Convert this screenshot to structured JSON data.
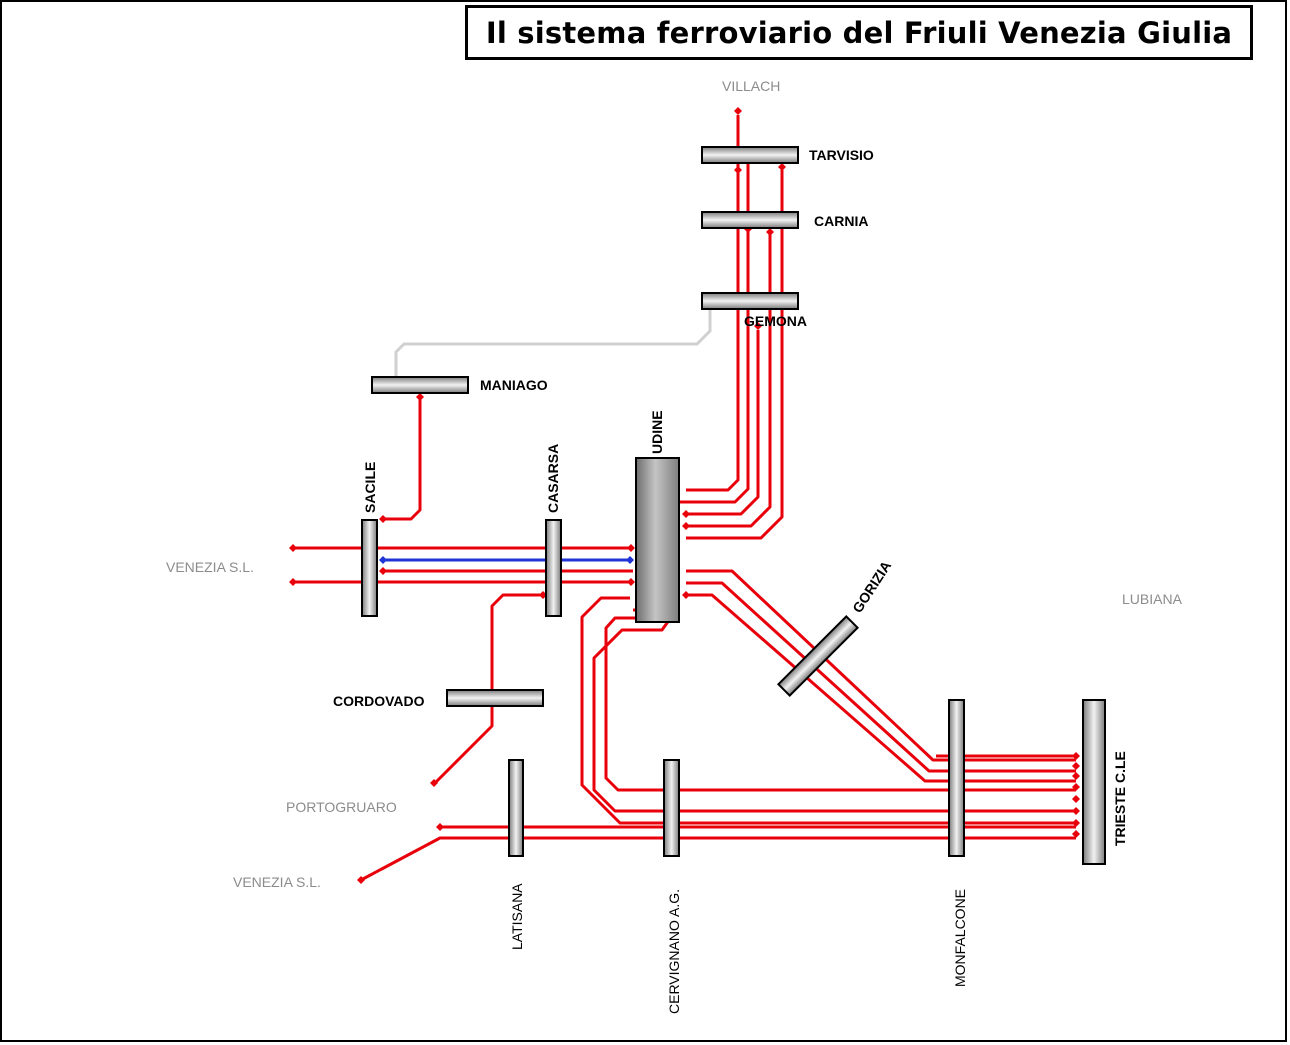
{
  "title": "Il sistema ferroviario del Friuli Venezia Giulia",
  "colors": {
    "track": "#e8000b",
    "track_special": "#1f35d6",
    "disused_track": "#d0d0d0",
    "station_fill": "#8d8d8d",
    "external_label": "#8c8c8c"
  },
  "stations": {
    "tarvisio": "TARVISIO",
    "carnia": "CARNIA",
    "gemona": "GEMONA",
    "maniago": "MANIAGO",
    "udine": "UDINE",
    "sacile": "SACILE",
    "casarsa": "CASARSA",
    "gorizia": "GORIZIA",
    "cordovado": "CORDOVADO",
    "latisana": "LATISANA",
    "cervignano": "CERVIGNANO A.G.",
    "monfalcone": "MONFALCONE",
    "trieste": "TRIESTE C.LE"
  },
  "destinations": {
    "villach": "VILLACH",
    "venezia_north": "VENEZIA S.L.",
    "venezia_south": "VENEZIA S.L.",
    "lubiana": "LUBIANA",
    "portogruaro": "PORTOGRUARO"
  }
}
